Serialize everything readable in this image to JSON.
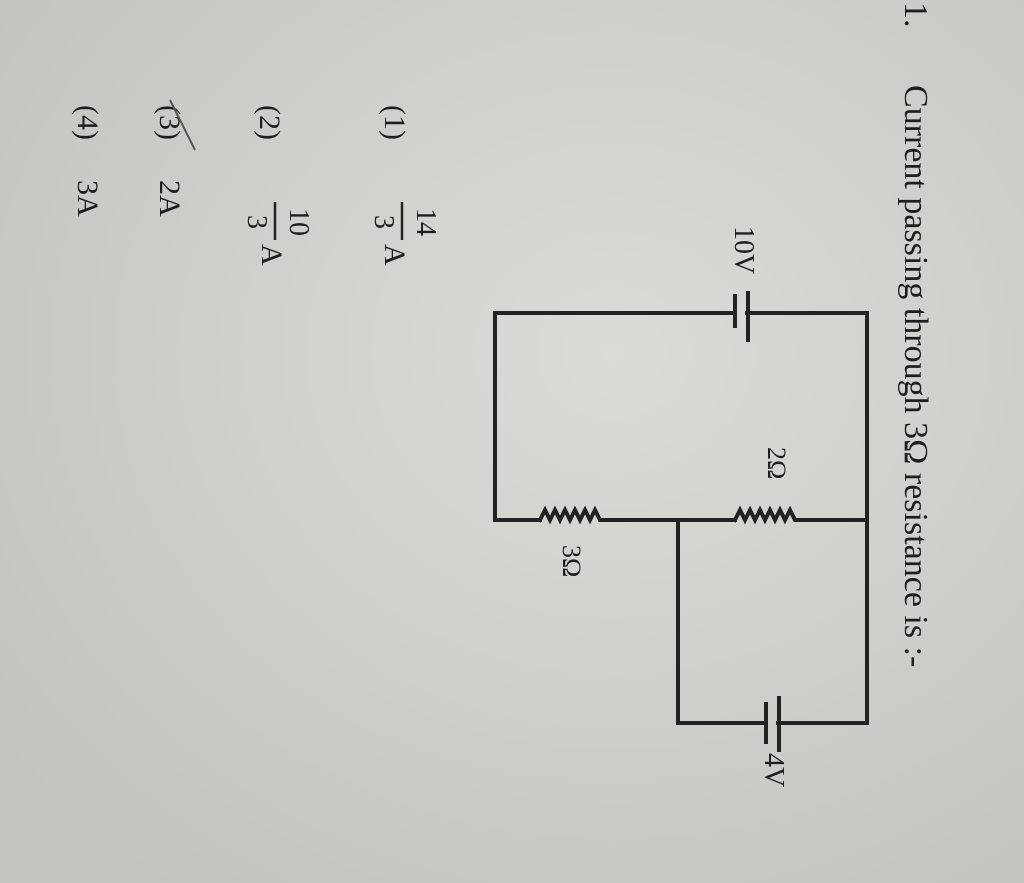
{
  "question": {
    "number": "1.",
    "text": "Current passing through 3Ω resistance is :-"
  },
  "circuit": {
    "battery_left_label": "10V",
    "battery_right_label": "4V",
    "resistor_top_label": "2Ω",
    "resistor_bottom_label": "3Ω"
  },
  "options": [
    {
      "label": "(1)",
      "numerator": "14",
      "denominator": "3",
      "unit": "A"
    },
    {
      "label": "(2)",
      "numerator": "10",
      "denominator": "3",
      "unit": "A"
    },
    {
      "label": "(3)",
      "value": "2A"
    },
    {
      "label": "(4)",
      "value": "3A"
    }
  ],
  "colors": {
    "paper": "#d6d5d1",
    "ink": "#1e1e1e"
  }
}
